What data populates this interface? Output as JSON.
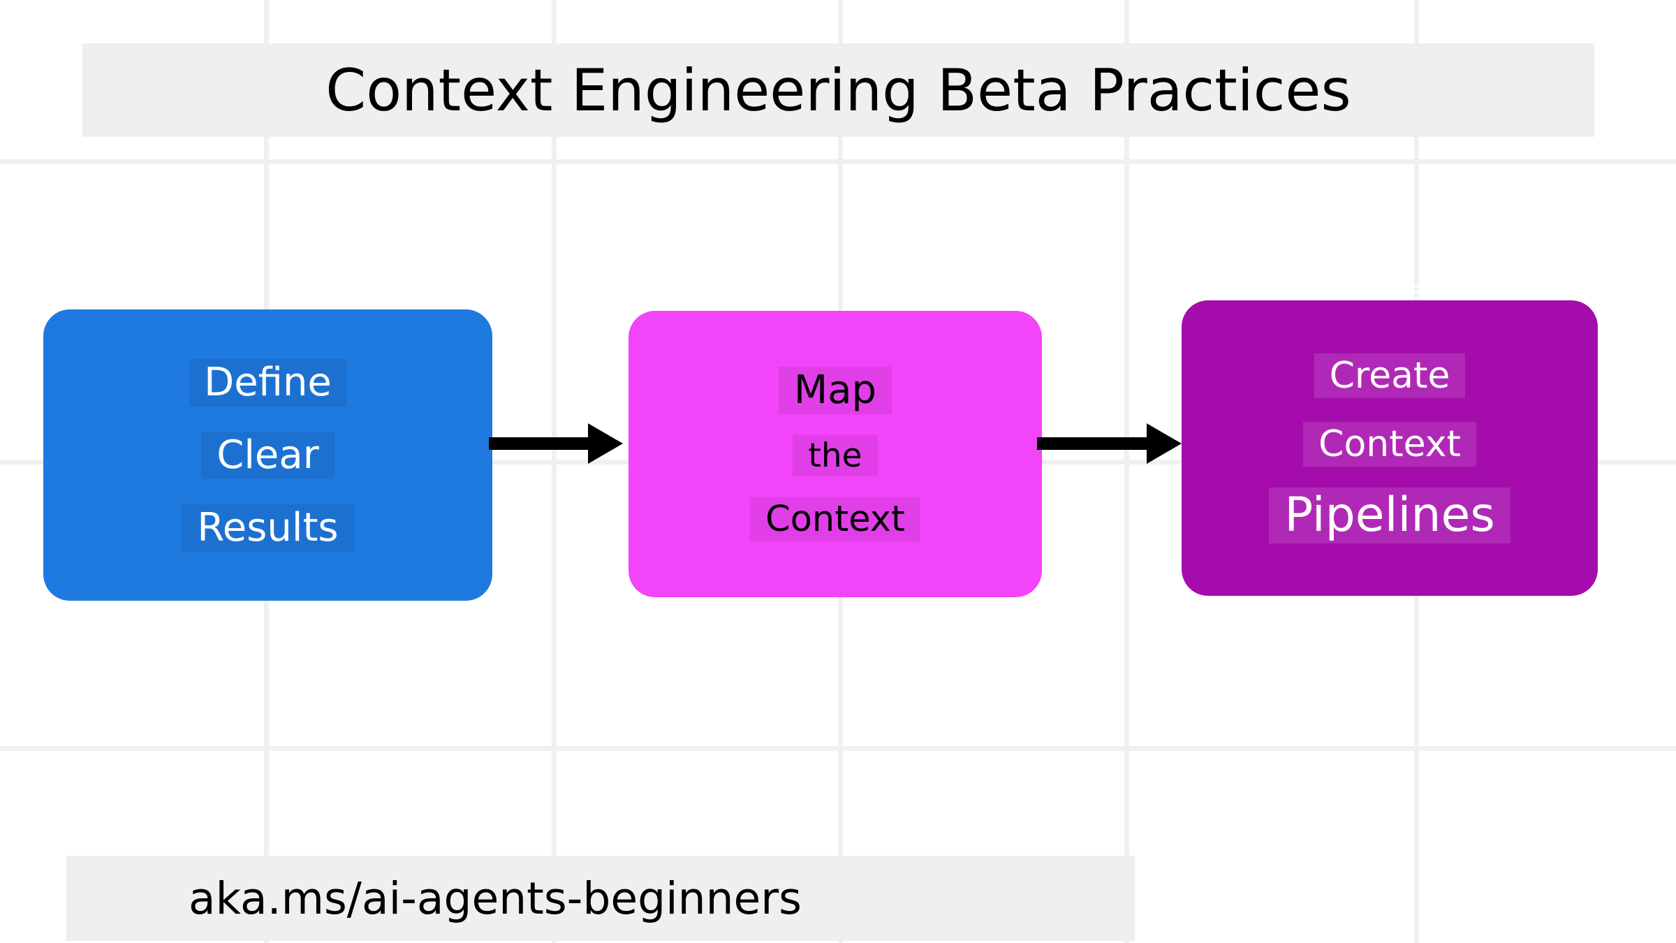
{
  "page": {
    "title": "Context Engineering Beta Practices",
    "footer": "aka.ms/ai-agents-beginners",
    "background_color": "#ffffff",
    "band_color": "#efefef",
    "gridline_color": "#f0f0f0"
  },
  "diagram": {
    "type": "flow",
    "direction": "left-to-right",
    "nodes": [
      {
        "id": "define-clear-results",
        "color": "#1f7ae0",
        "text_color": "#ffffff",
        "lines": [
          "Define",
          "Clear",
          "Results"
        ]
      },
      {
        "id": "map-the-context",
        "color": "#f244f9",
        "text_color": "#000000",
        "lines": [
          "Map",
          "the",
          "Context"
        ]
      },
      {
        "id": "create-context-pipelines",
        "color": "#a50cac",
        "text_color": "#ffffff",
        "lines": [
          "Create",
          "Context",
          "Pipelines"
        ]
      }
    ],
    "connectors": [
      {
        "id": "arrow-1",
        "from": "define-clear-results",
        "to": "map-the-context",
        "style": "solid-arrow",
        "color": "#000000"
      },
      {
        "id": "arrow-2",
        "from": "map-the-context",
        "to": "create-context-pipelines",
        "style": "solid-arrow",
        "color": "#000000"
      }
    ]
  },
  "artifacts": {
    "ghost_marks": [
      "s",
      "/",
      "s"
    ]
  }
}
